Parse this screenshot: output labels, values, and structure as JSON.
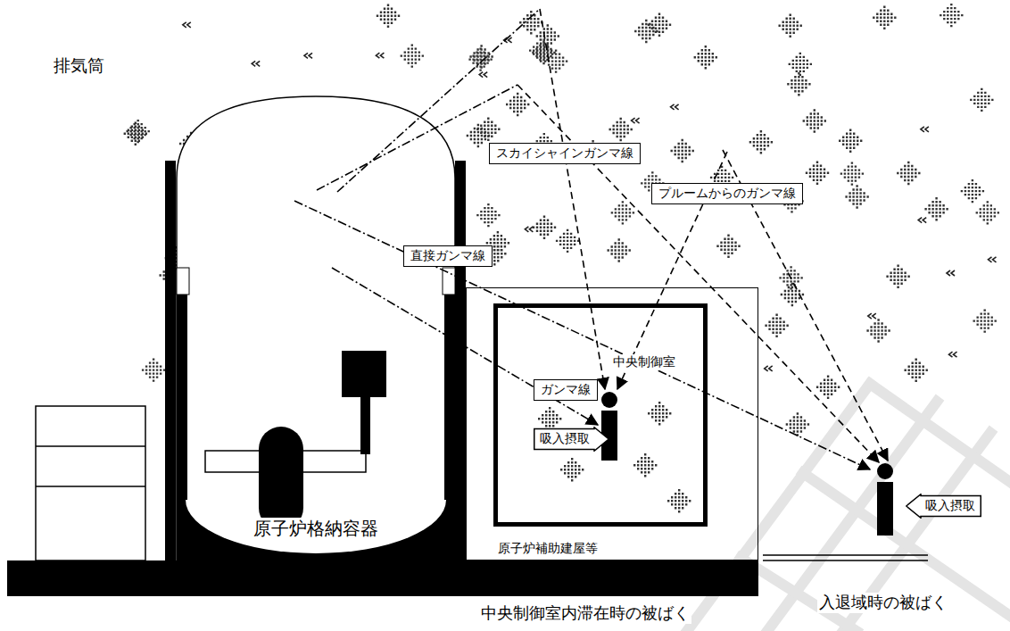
{
  "diagram": {
    "nodes": [
      {
        "text": [
          "排気筒"
        ]
      },
      {
        "text": [
          "原子炉格納容器"
        ]
      },
      {
        "text": [
          "原子炉補助建屋等"
        ]
      },
      {
        "text": [
          "中央制御室"
        ],
        "in": 2
      },
      {
        "text": [
          "ガンマ線"
        ],
        "in": 3
      },
      {
        "text": [
          "吸入摂取"
        ],
        "in": 3
      },
      {
        "text": [
          "直接ガンマ線"
        ]
      },
      {
        "text": [
          "スカイシャインガンマ線"
        ]
      },
      {
        "text": [
          "プルームからのガンマ線"
        ]
      },
      {
        "text": [
          "吸入摂取"
        ]
      }
    ],
    "labels": [
      "入退域時の被ばく",
      "中央制御室内滞在時の被ばく"
    ]
  }
}
